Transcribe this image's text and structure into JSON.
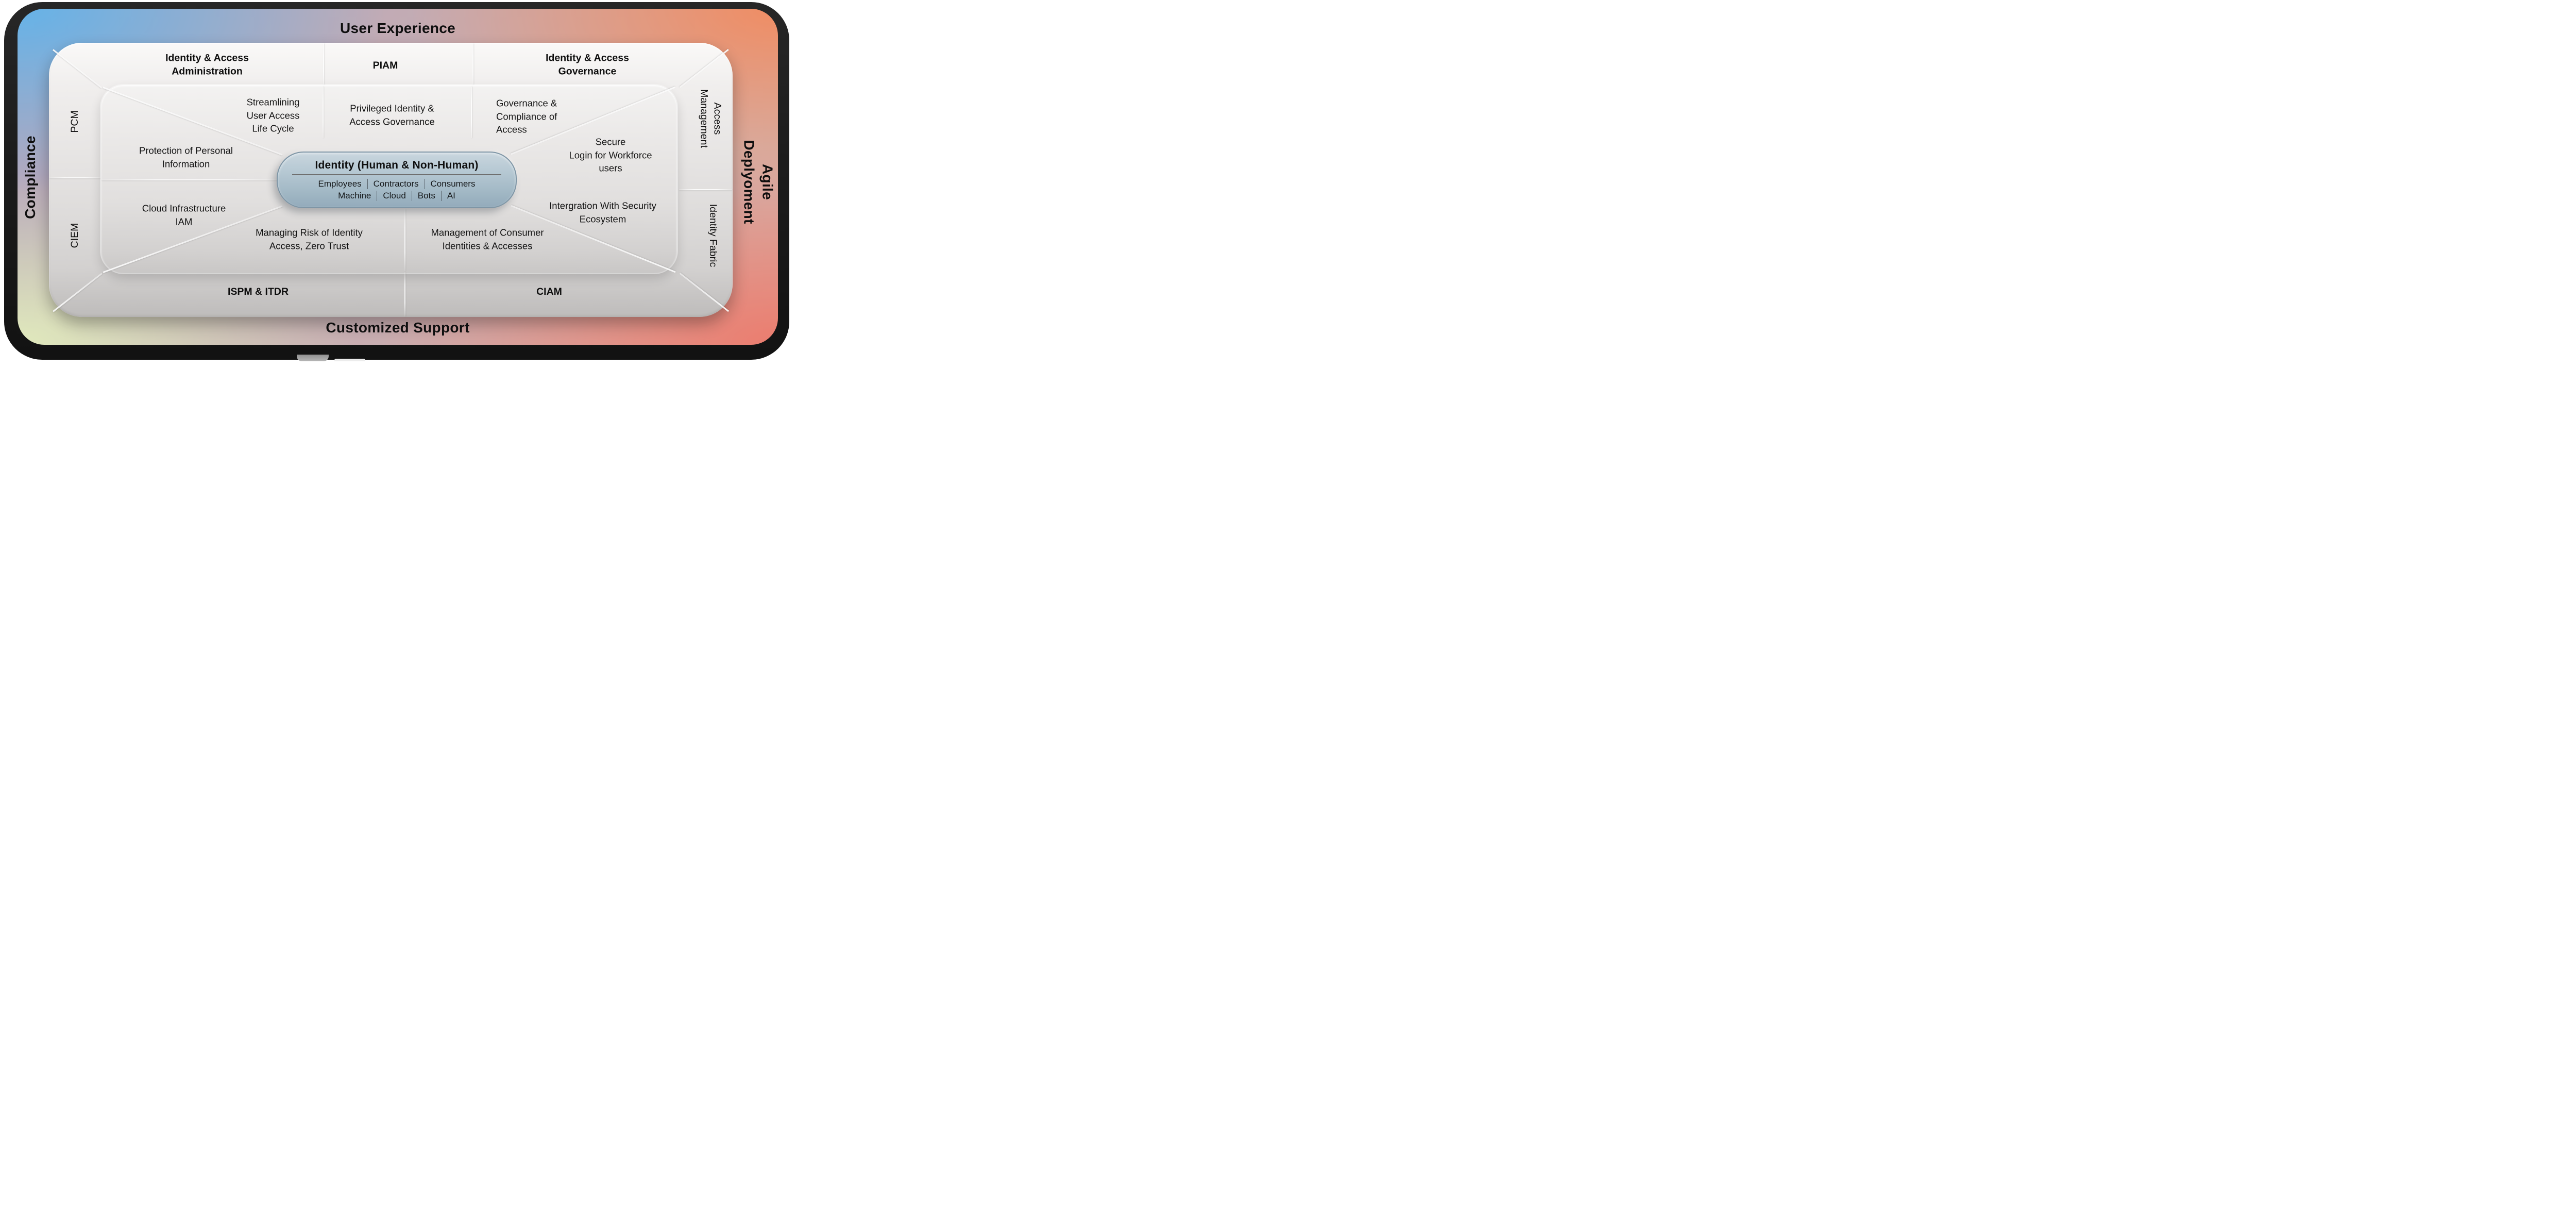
{
  "edge_labels": {
    "top": "User Experience",
    "left": "Compliance",
    "right": "Agile Deplyoment",
    "bottom": "Customized Support"
  },
  "ring_labels": {
    "top_left": "Identity & Access\nAdministration",
    "top_center": "PIAM",
    "top_right": "Identity & Access\nGovernance",
    "left_upper": "PCM",
    "left_lower": "CIEM",
    "right_upper": "Access\nManagement",
    "right_lower": "Identity Fabric",
    "bottom_left": "ISPM & ITDR",
    "bottom_right": "CIAM"
  },
  "capabilities": {
    "top_left": "Streamlining\nUser Access\nLife Cycle",
    "top_center": "Privileged Identity &\nAccess Governance",
    "top_right": "Governance &\nCompliance of\nAccess",
    "mid_left": "Protection of Personal\nInformation",
    "mid_right": "Secure\nLogin for Workforce\nusers",
    "lower_left": "Cloud Infrastructure\nIAM",
    "lower_right": "Intergration With Security\nEcosystem",
    "bottom_left": "Managing Risk of Identity\nAccess, Zero Trust",
    "bottom_right": "Management of Consumer\nIdentities & Accesses"
  },
  "center_pill": {
    "title": "Identity (Human & Non-Human)",
    "row1": [
      "Employees",
      "Contractors",
      "Consumers"
    ],
    "row2": [
      "Machine",
      "Cloud",
      "Bots",
      "AI"
    ]
  },
  "colors": {
    "frame": "#1b1b1b",
    "gradient_top_left": "#63b3e9",
    "gradient_top_right": "#f18b60",
    "gradient_bottom_left": "#e2ecbc",
    "gradient_bottom_right": "#ec7a6c",
    "panel_gray": "#e7e5e4",
    "pill_fill": "#aec2ce",
    "pill_border": "#7e95a5",
    "text": "#0e0e0e"
  }
}
